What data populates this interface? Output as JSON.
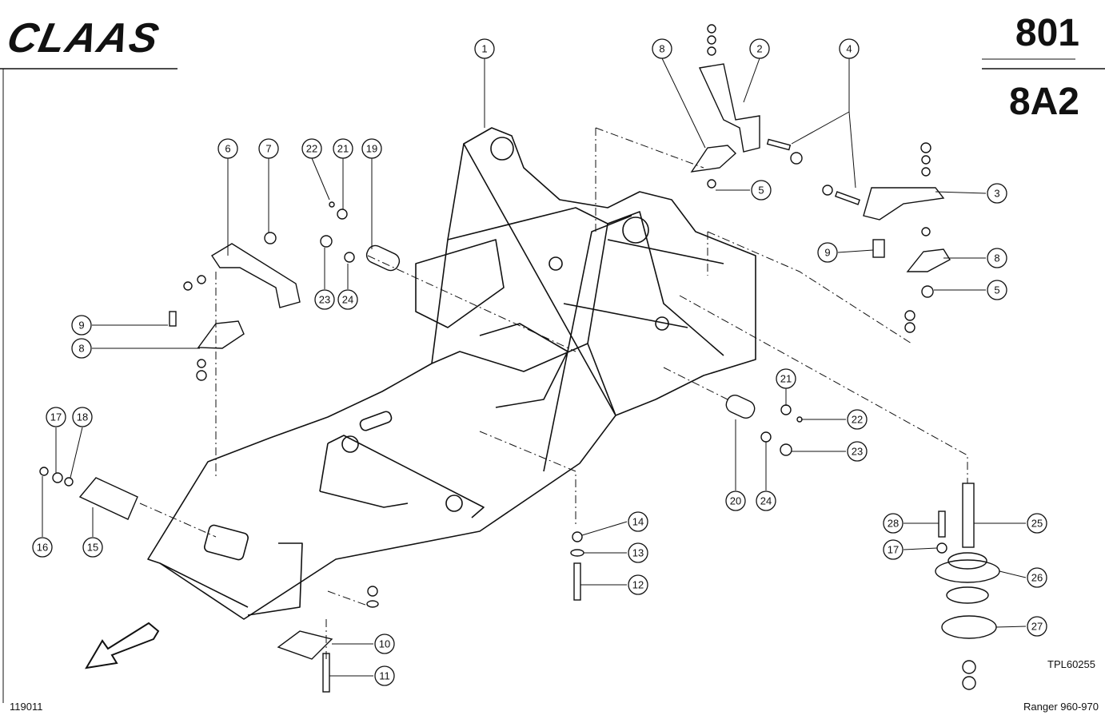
{
  "header": {
    "brand": "CLAAS",
    "group_code": "801",
    "page_code": "8A2"
  },
  "footer": {
    "drawing_number": "119011",
    "reference_code": "TPL60255",
    "model_range": "Ranger 960-970"
  },
  "callouts": [
    {
      "id": "c1",
      "label": "1"
    },
    {
      "id": "c2",
      "label": "2"
    },
    {
      "id": "c3",
      "label": "3"
    },
    {
      "id": "c4",
      "label": "4"
    },
    {
      "id": "c5a",
      "label": "5"
    },
    {
      "id": "c5b",
      "label": "5"
    },
    {
      "id": "c6",
      "label": "6"
    },
    {
      "id": "c7",
      "label": "7"
    },
    {
      "id": "c8a",
      "label": "8"
    },
    {
      "id": "c8b",
      "label": "8"
    },
    {
      "id": "c8c",
      "label": "8"
    },
    {
      "id": "c9a",
      "label": "9"
    },
    {
      "id": "c9b",
      "label": "9"
    },
    {
      "id": "c10",
      "label": "10"
    },
    {
      "id": "c11",
      "label": "11"
    },
    {
      "id": "c12",
      "label": "12"
    },
    {
      "id": "c13",
      "label": "13"
    },
    {
      "id": "c14",
      "label": "14"
    },
    {
      "id": "c15",
      "label": "15"
    },
    {
      "id": "c16",
      "label": "16"
    },
    {
      "id": "c17a",
      "label": "17"
    },
    {
      "id": "c17b",
      "label": "17"
    },
    {
      "id": "c18",
      "label": "18"
    },
    {
      "id": "c19",
      "label": "19"
    },
    {
      "id": "c20",
      "label": "20"
    },
    {
      "id": "c21a",
      "label": "21"
    },
    {
      "id": "c21b",
      "label": "21"
    },
    {
      "id": "c22a",
      "label": "22"
    },
    {
      "id": "c22b",
      "label": "22"
    },
    {
      "id": "c23a",
      "label": "23"
    },
    {
      "id": "c23b",
      "label": "23"
    },
    {
      "id": "c24a",
      "label": "24"
    },
    {
      "id": "c24b",
      "label": "24"
    },
    {
      "id": "c25",
      "label": "25"
    },
    {
      "id": "c26",
      "label": "26"
    },
    {
      "id": "c27",
      "label": "27"
    },
    {
      "id": "c28",
      "label": "28"
    }
  ]
}
